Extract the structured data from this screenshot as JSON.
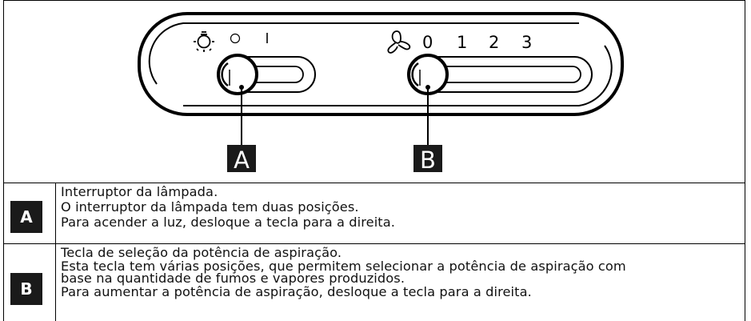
{
  "illustration": {
    "lamp_switch": {
      "marker": "A",
      "positions": [
        "○",
        "I"
      ]
    },
    "fan_switch": {
      "marker": "B",
      "positions": [
        "0",
        "1",
        "2",
        "3"
      ]
    },
    "icons": [
      "lamp-icon",
      "fan-icon"
    ]
  },
  "legend": [
    {
      "letter": "A",
      "lines": [
        "Interruptor da lâmpada.",
        "O interruptor da lâmpada tem duas posições.",
        "Para acender a luz, desloque a tecla para a direita."
      ]
    },
    {
      "letter": "B",
      "lines": [
        "Tecla de seleção da potência de aspiração.",
        "Esta tecla tem várias posições, que permitem selecionar a potência de aspiração com",
        "base na quantidade de fumos e vapores produzidos.",
        "Para aumentar a potência de aspiração, desloque a tecla para a direita."
      ]
    }
  ]
}
